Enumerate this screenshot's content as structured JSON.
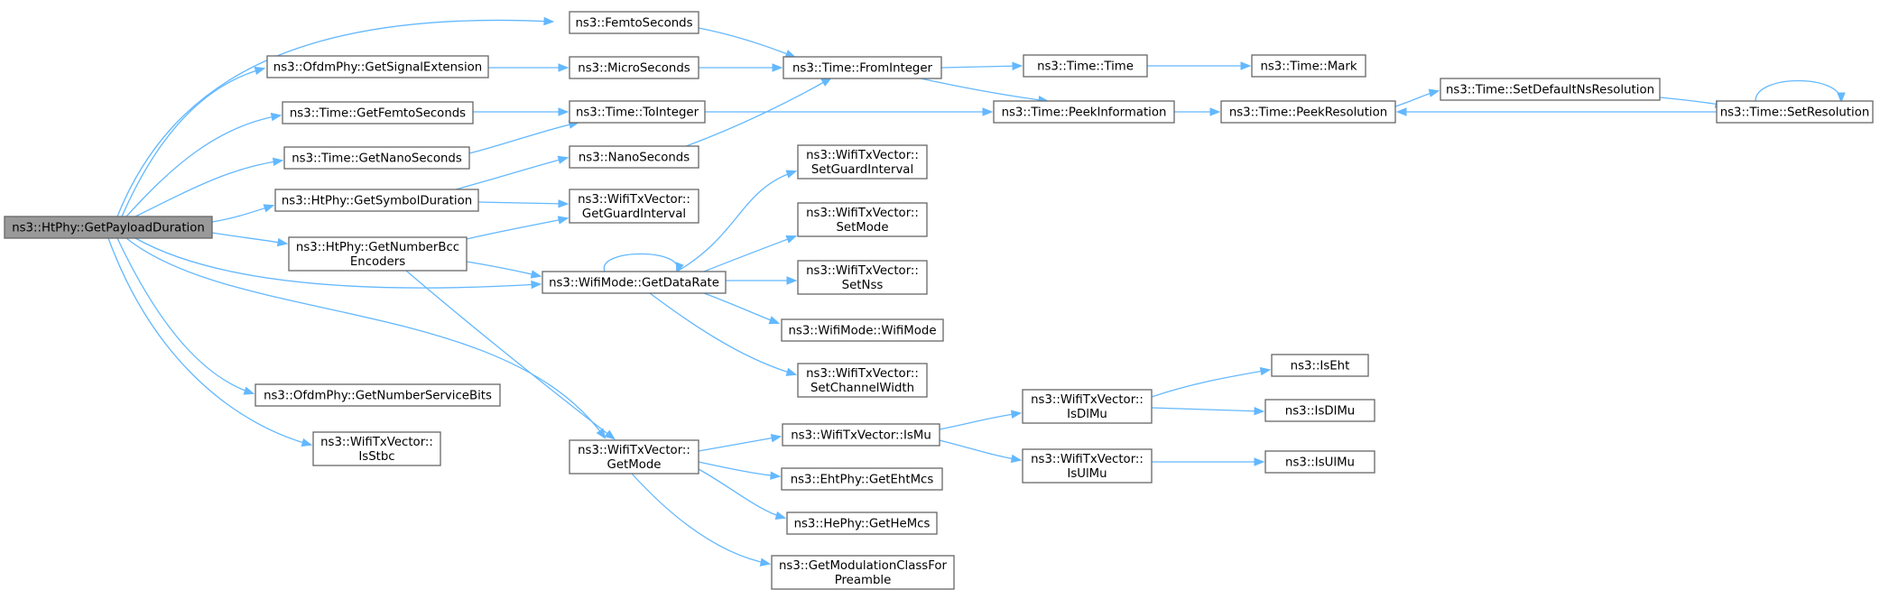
{
  "graph": {
    "nodes": [
      {
        "id": "n0",
        "lines": [
          "ns3::HtPhy::GetPayloadDuration"
        ],
        "root": true
      },
      {
        "id": "n1",
        "lines": [
          "ns3::FemtoSeconds"
        ]
      },
      {
        "id": "n2",
        "lines": [
          "ns3::OfdmPhy::GetSignalExtension"
        ]
      },
      {
        "id": "n3",
        "lines": [
          "ns3::Time::GetFemtoSeconds"
        ]
      },
      {
        "id": "n4",
        "lines": [
          "ns3::Time::GetNanoSeconds"
        ]
      },
      {
        "id": "n5",
        "lines": [
          "ns3::HtPhy::GetSymbolDuration"
        ]
      },
      {
        "id": "n6",
        "lines": [
          "ns3::HtPhy::GetNumberBcc",
          "Encoders"
        ]
      },
      {
        "id": "n7",
        "lines": [
          "ns3::OfdmPhy::GetNumberServiceBits"
        ]
      },
      {
        "id": "n8",
        "lines": [
          "ns3::WifiTxVector::",
          "IsStbc"
        ]
      },
      {
        "id": "n9",
        "lines": [
          "ns3::MicroSeconds"
        ]
      },
      {
        "id": "n10",
        "lines": [
          "ns3::Time::ToInteger"
        ]
      },
      {
        "id": "n11",
        "lines": [
          "ns3::NanoSeconds"
        ]
      },
      {
        "id": "n12",
        "lines": [
          "ns3::WifiTxVector::",
          "GetGuardInterval"
        ]
      },
      {
        "id": "n13",
        "lines": [
          "ns3::WifiMode::GetDataRate"
        ]
      },
      {
        "id": "n14",
        "lines": [
          "ns3::WifiTxVector::",
          "GetMode"
        ]
      },
      {
        "id": "n15",
        "lines": [
          "ns3::Time::FromInteger"
        ]
      },
      {
        "id": "n16",
        "lines": [
          "ns3::Time::Time"
        ]
      },
      {
        "id": "n17",
        "lines": [
          "ns3::Time::Mark"
        ]
      },
      {
        "id": "n18",
        "lines": [
          "ns3::Time::PeekInformation"
        ]
      },
      {
        "id": "n19",
        "lines": [
          "ns3::Time::PeekResolution"
        ]
      },
      {
        "id": "n20",
        "lines": [
          "ns3::Time::SetDefaultNsResolution"
        ]
      },
      {
        "id": "n21",
        "lines": [
          "ns3::Time::SetResolution"
        ]
      },
      {
        "id": "n22",
        "lines": [
          "ns3::WifiTxVector::",
          "SetGuardInterval"
        ]
      },
      {
        "id": "n23",
        "lines": [
          "ns3::WifiTxVector::",
          "SetMode"
        ]
      },
      {
        "id": "n24",
        "lines": [
          "ns3::WifiTxVector::",
          "SetNss"
        ]
      },
      {
        "id": "n25",
        "lines": [
          "ns3::WifiMode::WifiMode"
        ]
      },
      {
        "id": "n26",
        "lines": [
          "ns3::WifiTxVector::",
          "SetChannelWidth"
        ]
      },
      {
        "id": "n27",
        "lines": [
          "ns3::WifiTxVector::IsMu"
        ]
      },
      {
        "id": "n28",
        "lines": [
          "ns3::EhtPhy::GetEhtMcs"
        ]
      },
      {
        "id": "n29",
        "lines": [
          "ns3::HePhy::GetHeMcs"
        ]
      },
      {
        "id": "n30",
        "lines": [
          "ns3::GetModulationClassFor",
          "Preamble"
        ]
      },
      {
        "id": "n31",
        "lines": [
          "ns3::WifiTxVector::",
          "IsDlMu"
        ]
      },
      {
        "id": "n32",
        "lines": [
          "ns3::WifiTxVector::",
          "IsUlMu"
        ]
      },
      {
        "id": "n33",
        "lines": [
          "ns3::IsEht"
        ]
      },
      {
        "id": "n34",
        "lines": [
          "ns3::IsDlMu"
        ]
      },
      {
        "id": "n35",
        "lines": [
          "ns3::IsUlMu"
        ]
      }
    ]
  }
}
